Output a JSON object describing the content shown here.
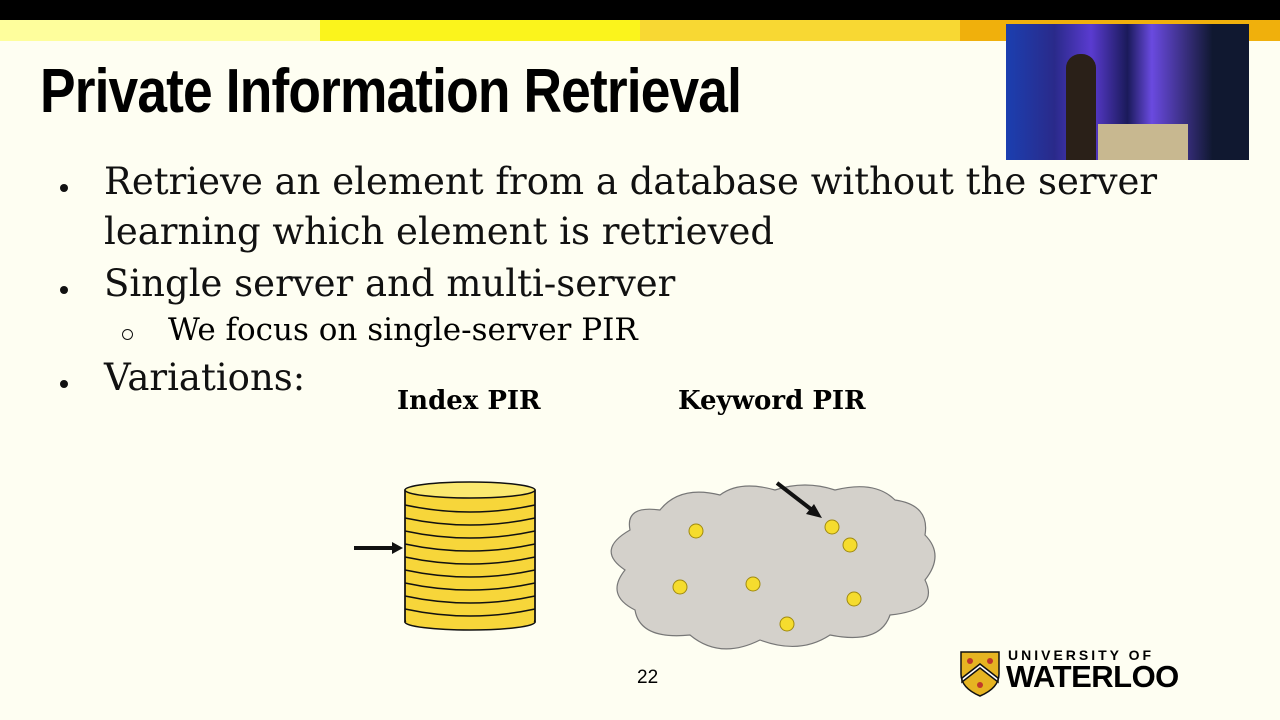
{
  "slide": {
    "title": "Private Information Retrieval",
    "bullets": [
      {
        "line1": "Retrieve an element from a database without the server",
        "line2": "learning which element is retrieved"
      },
      {
        "text": "Single server and multi-server"
      },
      {
        "text": "Variations:"
      }
    ],
    "sub_bullet": "We focus on single-server PIR",
    "figure_labels": {
      "index": "Index PIR",
      "keyword": "Keyword PIR"
    },
    "page_number": "22",
    "logo": {
      "line1": "UNIVERSITY OF",
      "line2": "WATERLOO"
    },
    "colors": {
      "band1": "#fefe9c",
      "band2": "#fbf41c",
      "band3": "#f8d833",
      "band4": "#f0b00c",
      "db_fill": "#f7d63a",
      "cloud_fill": "#d4d1cb",
      "dot_fill": "#f5dc2e"
    }
  }
}
